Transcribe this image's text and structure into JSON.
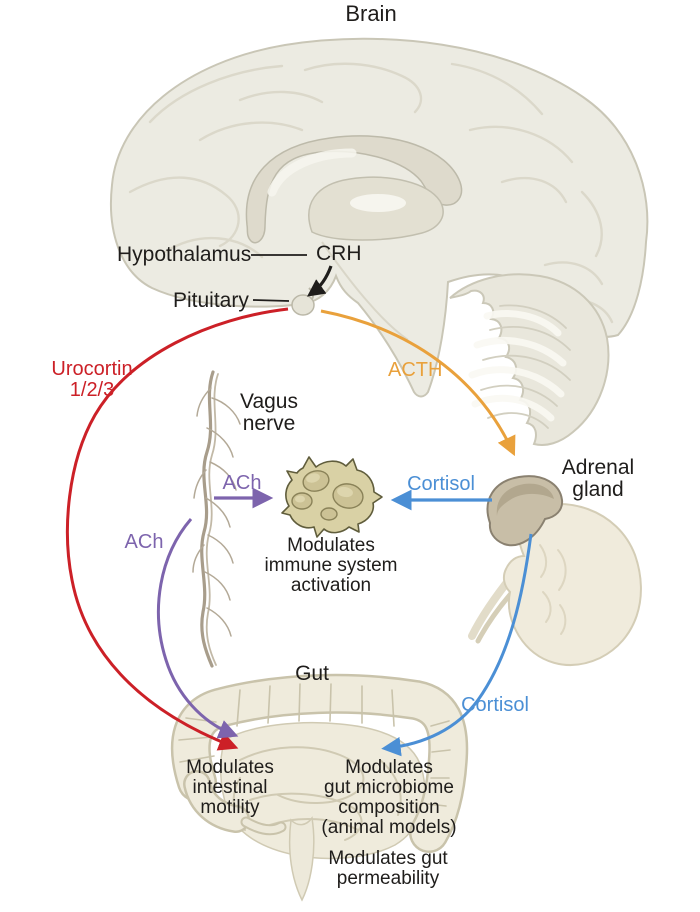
{
  "figure": {
    "type": "biomedical-pathway-diagram",
    "subject": "Brain-gut HPA axis signaling"
  },
  "colors": {
    "red": "#CC2027",
    "orange": "#E9A13C",
    "purple": "#7D64AD",
    "blue": "#4B8FD5",
    "ink": "#1F1D1B",
    "paper": "#FFFFFF"
  },
  "labels": {
    "brain": "Brain",
    "hypothalamus": "Hypothalamus",
    "crh": "CRH",
    "pituitary": "Pituitary",
    "urocortin_line1": "Urocortin",
    "urocortin_line2": "1/2/3",
    "acth": "ACTH",
    "vagus_line1": "Vagus",
    "vagus_line2": "nerve",
    "ach_upper": "ACh",
    "ach_lower": "ACh",
    "cortisol_upper": "Cortisol",
    "cortisol_lower": "Cortisol",
    "adrenal_line1": "Adrenal",
    "adrenal_line2": "gland",
    "gut": "Gut"
  },
  "captions": {
    "immune": {
      "l1": "Modulates",
      "l2": "immune system",
      "l3": "activation"
    },
    "motility": {
      "l1": "Modulates",
      "l2": "intestinal",
      "l3": "motility"
    },
    "microbiome": {
      "l1": "Modulates",
      "l2": "gut microbiome",
      "l3": "composition",
      "l4": "(animal models)"
    },
    "permeability": {
      "l1": "Modulates gut",
      "l2": "permeability"
    }
  },
  "arrows": [
    {
      "label": "CRH",
      "color": "black",
      "from": "Hypothalamus",
      "to": "Pituitary"
    },
    {
      "label": "Urocortin 1/2/3",
      "color": "red",
      "from": "Pituitary",
      "to": "Gut"
    },
    {
      "label": "ACTH",
      "color": "orange",
      "from": "Pituitary",
      "to": "Adrenal gland"
    },
    {
      "label": "ACh",
      "color": "purple",
      "from": "Vagus nerve",
      "to": "Immune cells"
    },
    {
      "label": "ACh",
      "color": "purple",
      "from": "Vagus nerve",
      "to": "Gut"
    },
    {
      "label": "Cortisol",
      "color": "blue",
      "from": "Adrenal gland",
      "to": "Immune cells"
    },
    {
      "label": "Cortisol",
      "color": "blue",
      "from": "Adrenal gland",
      "to": "Gut"
    }
  ]
}
